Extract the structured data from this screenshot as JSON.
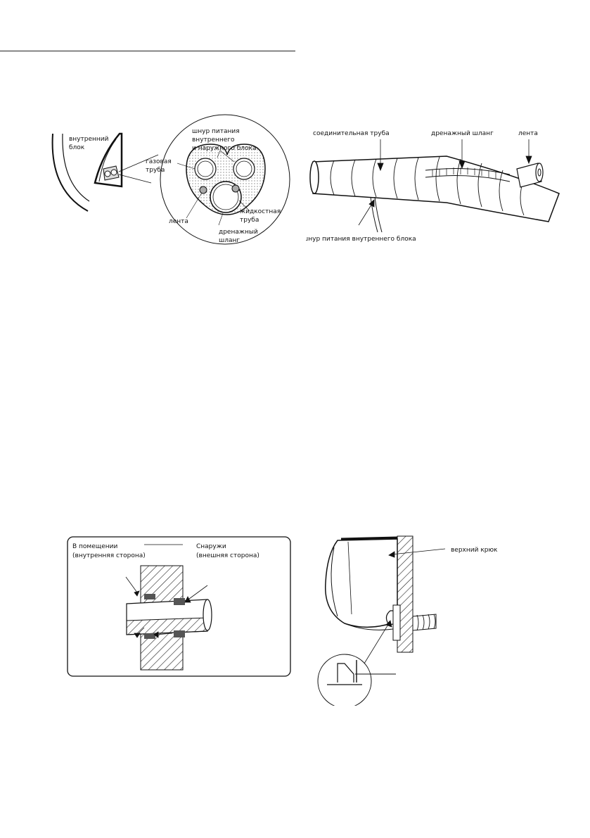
{
  "fig1": {
    "indoor_unit": [
      "внутренний",
      "блок"
    ],
    "power_cord": [
      "шнур питания",
      "внутреннего",
      "и наружного блока"
    ],
    "gas_pipe": [
      "газовая",
      "труба"
    ],
    "liquid_pipe": [
      "жидкостная",
      "труба"
    ],
    "tape": "лента",
    "drain_hose": [
      "дренажный",
      "шланг"
    ]
  },
  "fig2": {
    "connecting_pipe": "соединительная труба",
    "drain_hose": "дренажный шланг",
    "tape": "лента",
    "indoor_power_cord": "шнур питания внутреннего блока"
  },
  "fig3": {
    "indoor": [
      "В помещении",
      "(внутренняя сторона)"
    ],
    "outdoor": [
      "Снаружи",
      "(внешняя сторона)"
    ]
  },
  "fig4": {
    "upper_hook": "верхний крюк"
  }
}
